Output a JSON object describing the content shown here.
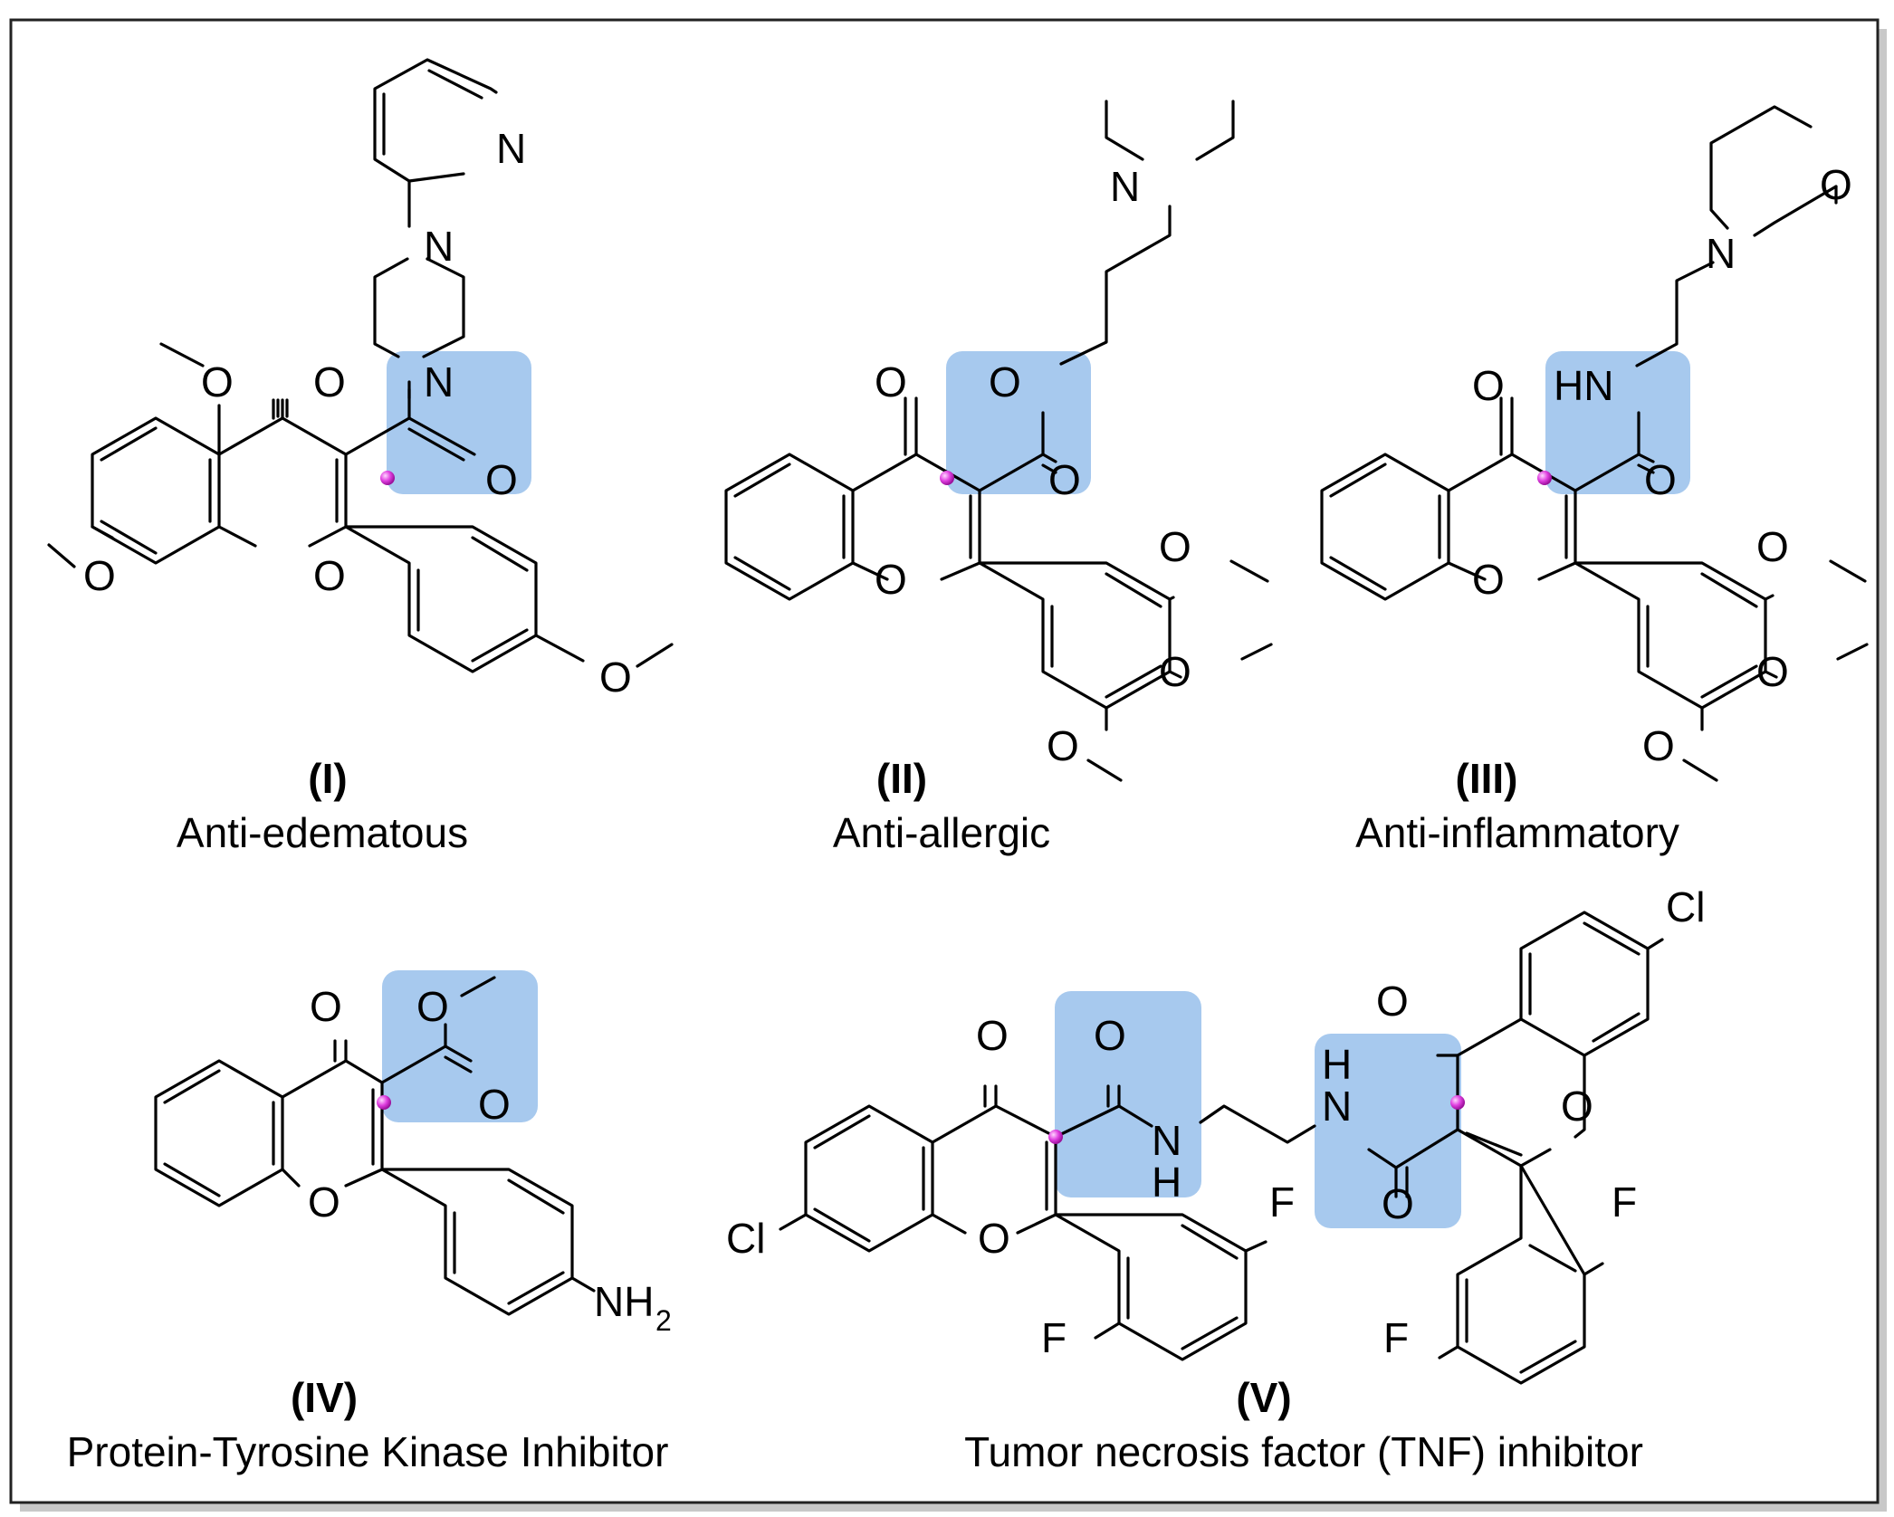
{
  "compounds": [
    {
      "id": "(I)",
      "activity": "Anti-edematous"
    },
    {
      "id": "(II)",
      "activity": "Anti-allergic"
    },
    {
      "id": "(III)",
      "activity": "Anti-inflammatory"
    },
    {
      "id": "(IV)",
      "activity": "Protein-Tyrosine Kinase Inhibitor"
    },
    {
      "id": "(V)",
      "activity": "Tumor necrosis factor (TNF) inhibitor"
    }
  ],
  "atoms": {
    "O": "O",
    "N": "N",
    "HN": "HN",
    "H": "H",
    "NH": "NH",
    "NH2_base": "NH",
    "NH2_sub": "2",
    "Cl": "Cl",
    "F": "F"
  },
  "colors": {
    "highlight": "#a7c9ee",
    "marker": "#e040e0",
    "frame": "#222222",
    "shadow": "#c8c8c8"
  }
}
